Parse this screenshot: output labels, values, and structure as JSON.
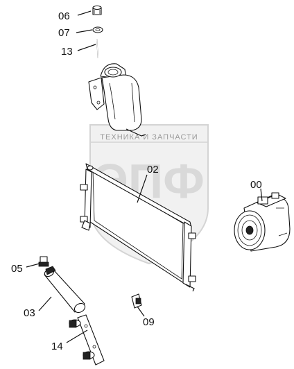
{
  "watermark": {
    "line1": "ТЕХНИКА И ЗАПЧАСТИ",
    "logo": "ЭПФ"
  },
  "callouts": [
    "06",
    "07",
    "13",
    "02",
    "00",
    "05",
    "03",
    "09",
    "14"
  ]
}
